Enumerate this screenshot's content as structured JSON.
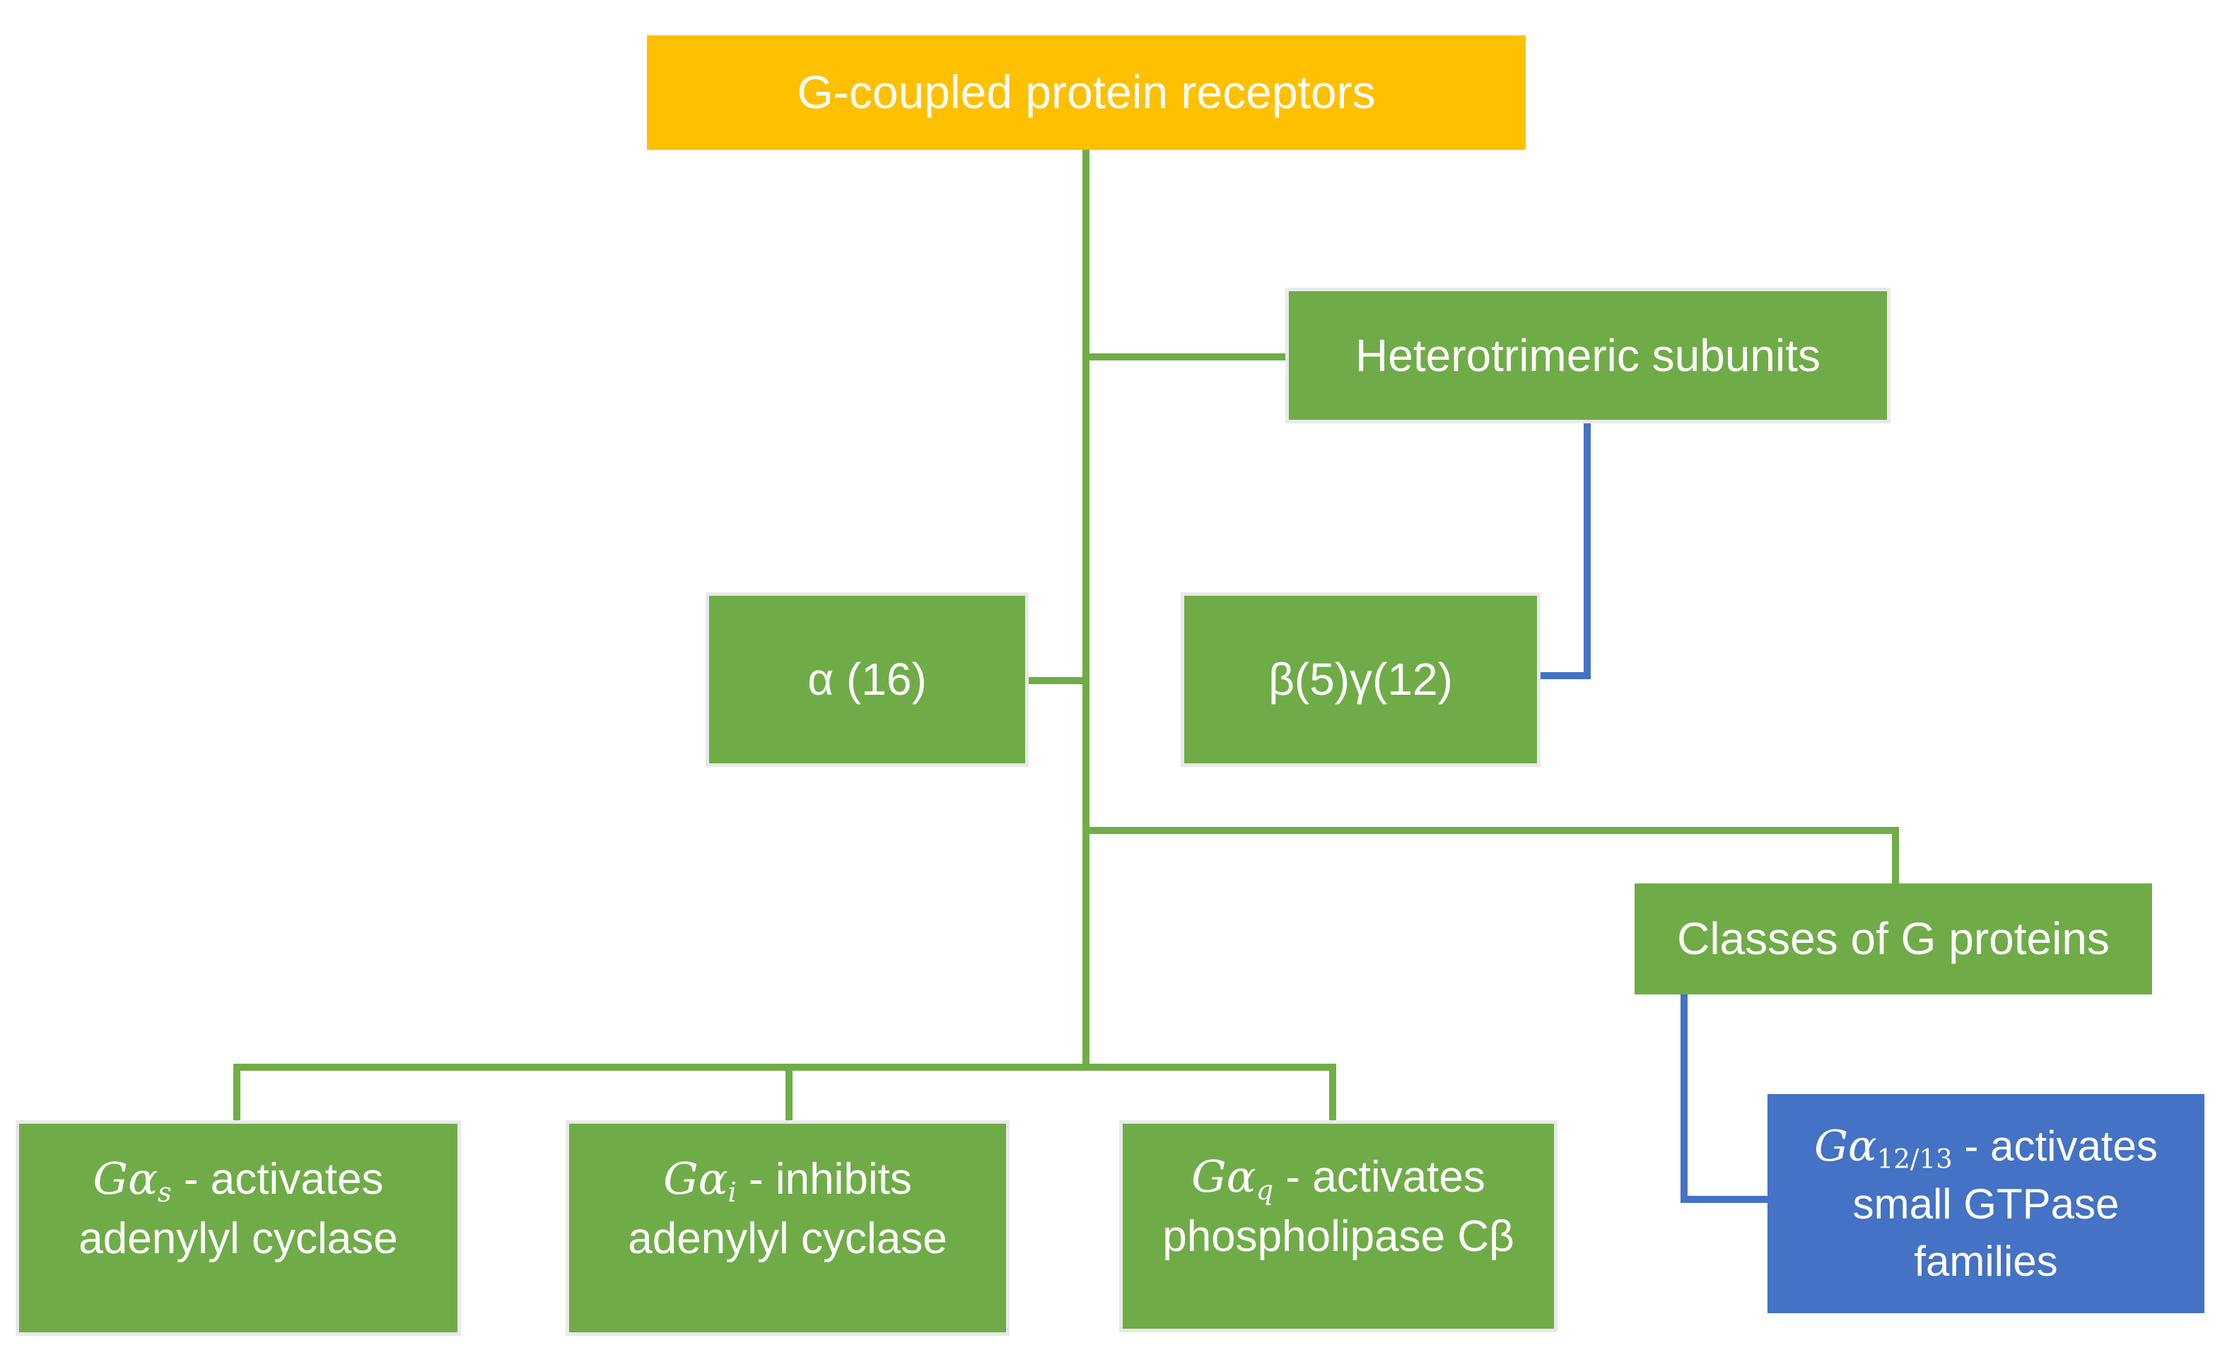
{
  "title": "G protein receptor hierarchy diagram",
  "colors": {
    "bg": "#FFFFFF",
    "yellow": "#FFC000",
    "green": "#6FAC47",
    "line_green": "#70AD47",
    "blue": "#4472C4",
    "line_blue": "#4472C4",
    "border": "#E9E9E9",
    "text": "#FFFFFF"
  },
  "nodes": {
    "root": {
      "label": "G-coupled protein receptors"
    },
    "heterotrimeric": {
      "label": "Heterotrimeric subunits"
    },
    "alpha": {
      "label": "α (16)"
    },
    "beta_gamma": {
      "label": "β(5)γ(12)"
    },
    "classes": {
      "label": "Classes of G proteins"
    },
    "gas": {
      "math_base": "Gα",
      "subscript": "s",
      "suffix": " - activates",
      "line2": "adenylyl cyclase"
    },
    "gai": {
      "math_base": "Gα",
      "subscript": "i",
      "suffix": " - inhibits",
      "line2": "adenylyl cyclase"
    },
    "gaq": {
      "math_base": "Gα",
      "subscript": "q",
      "suffix": " - activates",
      "line2": "phospholipase Cβ"
    },
    "ga1213": {
      "math_base": "Gα",
      "subscript": "12/13",
      "suffix": " - activates",
      "line2": "small GTPase",
      "line3": "families"
    }
  }
}
